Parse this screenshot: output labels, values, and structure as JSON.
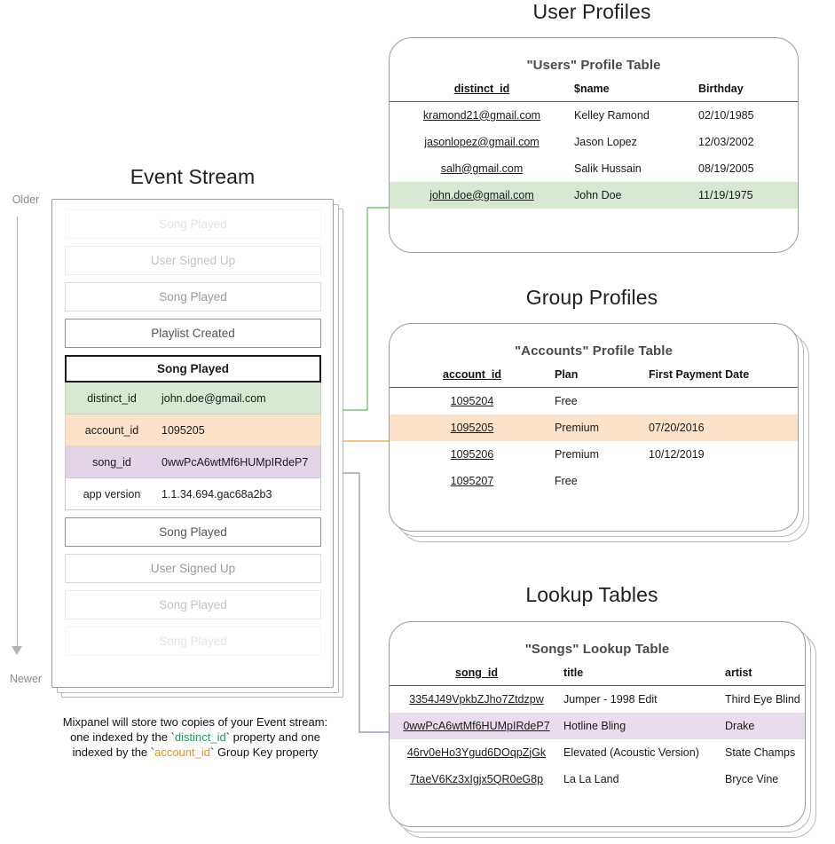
{
  "sections": {
    "event_stream_title": "Event Stream",
    "user_profiles_title": "User Profiles",
    "group_profiles_title": "Group Profiles",
    "lookup_tables_title": "Lookup Tables"
  },
  "timeline": {
    "older_label": "Older",
    "newer_label": "Newer"
  },
  "event_stream": {
    "rows_above": [
      {
        "label": "Song Played",
        "fade": "faint-1"
      },
      {
        "label": "User Signed Up",
        "fade": "faint-2"
      },
      {
        "label": "Song Played",
        "fade": "faint-3"
      },
      {
        "label": "Playlist Created",
        "fade": "solid"
      }
    ],
    "expanded_event": {
      "name": "Song Played",
      "properties": [
        {
          "key": "distinct_id",
          "value": "john.doe@gmail.com",
          "highlight": "green"
        },
        {
          "key": "account_id",
          "value": "1095205",
          "highlight": "orange"
        },
        {
          "key": "song_id",
          "value": "0wwPcA6wtMf6HUMpIRdeP7",
          "highlight": "purple"
        },
        {
          "key": "app version",
          "value": "1.1.34.694.gac68a2b3",
          "highlight": "none"
        }
      ]
    },
    "rows_below": [
      {
        "label": "Song Played",
        "fade": "solid"
      },
      {
        "label": "User Signed Up",
        "fade": "faint-3"
      },
      {
        "label": "Song Played",
        "fade": "faint-2"
      },
      {
        "label": "Song Played",
        "fade": "faint-1"
      }
    ]
  },
  "caption": {
    "line1_a": "Mixpanel will store two copies of your Event stream:",
    "line2_a": "one indexed by the `",
    "line2_hl": "distinct_id",
    "line2_b": "` property and one",
    "line3_a": "indexed by the `",
    "line3_hl": "account_id",
    "line3_b": "` Group Key property"
  },
  "users_table": {
    "title": "\"Users\" Profile Table",
    "columns": [
      "distinct_id",
      "$name",
      "Birthday"
    ],
    "rows": [
      {
        "cells": [
          "kramond21@gmail.com",
          "Kelley Ramond",
          "02/10/1985"
        ],
        "highlight": "none"
      },
      {
        "cells": [
          "jasonlopez@gmail.com",
          "Jason Lopez",
          "12/03/2002"
        ],
        "highlight": "none"
      },
      {
        "cells": [
          "salh@gmail.com",
          "Salik Hussain",
          "08/19/2005"
        ],
        "highlight": "none"
      },
      {
        "cells": [
          "john.doe@gmail.com",
          "John Doe",
          "11/19/1975"
        ],
        "highlight": "green"
      }
    ]
  },
  "accounts_table": {
    "title": "\"Accounts\" Profile Table",
    "columns": [
      "account_id",
      "Plan",
      "First Payment Date"
    ],
    "rows": [
      {
        "cells": [
          "1095204",
          "Free",
          ""
        ],
        "highlight": "none"
      },
      {
        "cells": [
          "1095205",
          "Premium",
          "07/20/2016"
        ],
        "highlight": "orange"
      },
      {
        "cells": [
          "1095206",
          "Premium",
          "10/12/2019"
        ],
        "highlight": "none"
      },
      {
        "cells": [
          "1095207",
          "Free",
          ""
        ],
        "highlight": "none"
      }
    ]
  },
  "songs_table": {
    "title": "\"Songs\" Lookup Table",
    "columns": [
      "song_id",
      "title",
      "artist"
    ],
    "rows": [
      {
        "cells": [
          "3354J49VpkbZJho7Ztdzpw",
          "Jumper - 1998 Edit",
          "Third Eye Blind"
        ],
        "highlight": "none"
      },
      {
        "cells": [
          "0wwPcA6wtMf6HUMpIRdeP7",
          "Hotline Bling",
          "Drake"
        ],
        "highlight": "purple"
      },
      {
        "cells": [
          "46rv0eHo3Ygud6DOqpZjGk",
          "Elevated (Acoustic Version)",
          "State Champs"
        ],
        "highlight": "none"
      },
      {
        "cells": [
          "7taeV6Kz3xIgjx5QR0eG8p",
          "La La Land",
          "Bryce Vine"
        ],
        "highlight": "none"
      }
    ]
  },
  "colors": {
    "green": "#d8e8d3",
    "green_line": "#7fbf7f",
    "orange": "#fbe2c9",
    "orange_line": "#e8a33d",
    "purple": "#e8ddec",
    "purple_line": "#a898b4",
    "caption_green": "#1f9d55",
    "caption_orange": "#f29318",
    "border": "#9c9c9c"
  }
}
